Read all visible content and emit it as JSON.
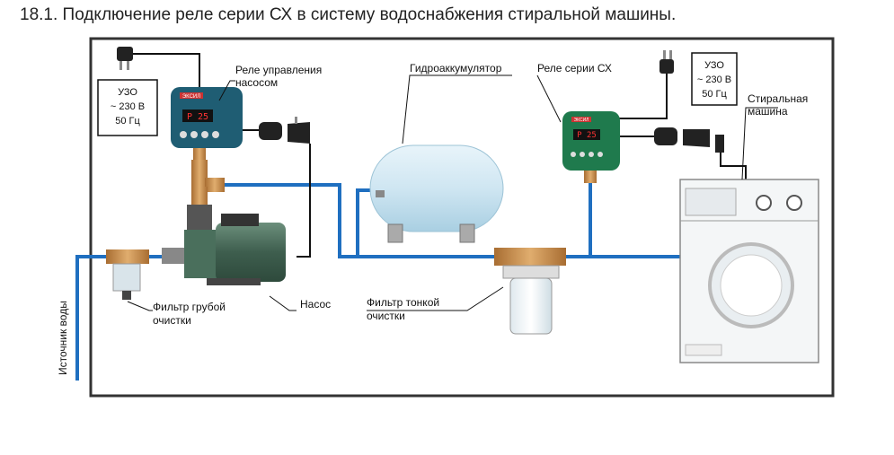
{
  "page_title": "18.1. Подключение реле серии СХ в систему водоснабжения стиральной машины.",
  "labels": {
    "pump_relay": [
      "Реле управления",
      "насосом"
    ],
    "accumulator": "Гидроаккумулятор",
    "cx_relay": "Реле серии СХ",
    "washing_machine": [
      "Стиральная",
      "машина"
    ],
    "coarse_filter": [
      "Фильтр грубой",
      "очистки"
    ],
    "pump": "Насос",
    "fine_filter": [
      "Фильтр тонкой",
      "очистки"
    ],
    "water_source": "Источник воды"
  },
  "uzo_left": [
    "УЗО",
    "~ 230 В",
    "50 Гц"
  ],
  "uzo_right": [
    "УЗО",
    "~ 230 В",
    "50 Гц"
  ],
  "relay_display": "P 25",
  "relay_brand": "ЭКСИЛ",
  "colors": {
    "pipe": "#1f6fc0",
    "frame": "#333333",
    "relay_left": "#1f5d73",
    "relay_right": "#1f7a4d",
    "tank": "#cfe6f2",
    "brass": "#c98d4a",
    "pump_green": "#4a6f5c"
  }
}
